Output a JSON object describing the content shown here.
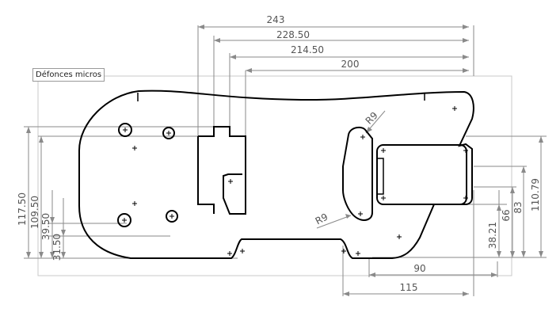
{
  "sketch": {
    "label": "Défonces micros",
    "colors": {
      "outline": "#000000",
      "dimension": "#8a8a8a",
      "text": "#555555"
    }
  },
  "dimensions": {
    "horizontal": [
      "243",
      "228.50",
      "214.50",
      "200",
      "90",
      "115"
    ],
    "vertical": [
      "117.50",
      "109.50",
      "39.50",
      "31.50",
      "38.21",
      "66",
      "83",
      "110.79"
    ],
    "radius": [
      "R9",
      "R9"
    ]
  }
}
